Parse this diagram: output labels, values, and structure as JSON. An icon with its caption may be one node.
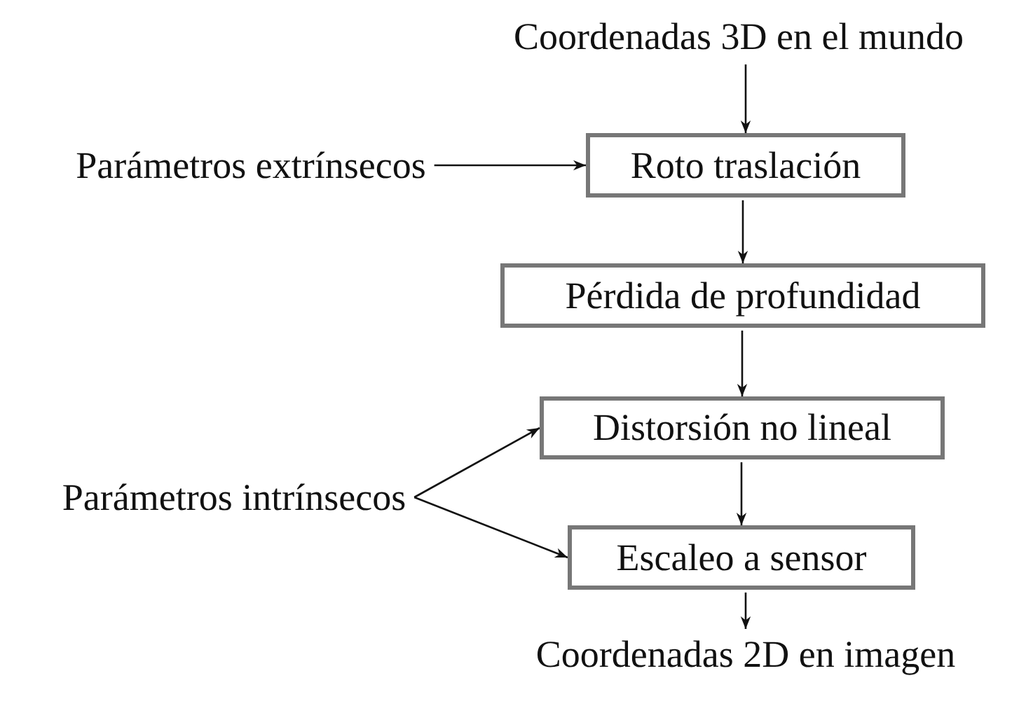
{
  "diagram": {
    "nodes": [
      {
        "text": [
          "Coordenadas 3D en el mundo"
        ]
      },
      {
        "text": [
          "Parámetros extrínsecos"
        ]
      },
      {
        "text": [
          "Roto traslación"
        ]
      },
      {
        "text": [
          "Pérdida de profundidad"
        ]
      },
      {
        "text": [
          "Distorsión no lineal"
        ]
      },
      {
        "text": [
          "Parámetros intrínsecos"
        ]
      },
      {
        "text": [
          "Escaleo a sensor"
        ]
      },
      {
        "text": [
          "Coordenadas 2D en imagen"
        ]
      }
    ],
    "edges": [
      {
        "from": 0,
        "to": 2,
        "arrow": "to"
      },
      {
        "from": 1,
        "to": 2,
        "arrow": "to"
      },
      {
        "from": 2,
        "to": 3,
        "arrow": "to"
      },
      {
        "from": 3,
        "to": 4,
        "arrow": "to"
      },
      {
        "from": 5,
        "to": 4,
        "arrow": "to"
      },
      {
        "from": 4,
        "to": 6,
        "arrow": "to"
      },
      {
        "from": 5,
        "to": 6,
        "arrow": "to"
      },
      {
        "from": 6,
        "to": 7,
        "arrow": "to"
      }
    ]
  }
}
